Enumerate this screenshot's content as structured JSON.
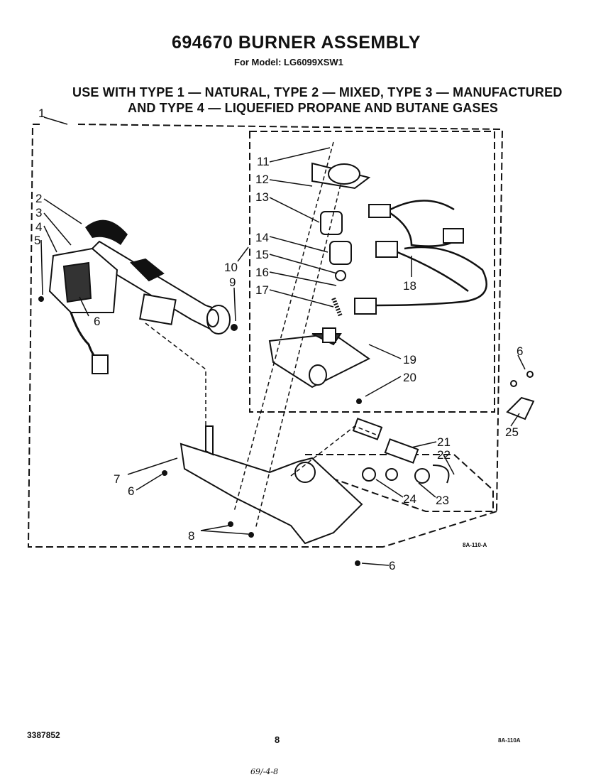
{
  "header": {
    "title": "694670 BURNER ASSEMBLY",
    "model": "For Model: LG6099XSW1",
    "usage_line1": "USE WITH TYPE 1 — NATURAL, TYPE 2 — MIXED, TYPE 3 — MANUFACTURED",
    "usage_line2": "AND TYPE 4 — LIQUEFIED PROPANE AND BUTANE GASES"
  },
  "callouts": [
    "1",
    "2",
    "3",
    "4",
    "5",
    "6",
    "7",
    "8",
    "9",
    "10",
    "11",
    "12",
    "13",
    "14",
    "15",
    "16",
    "17",
    "18",
    "19",
    "20",
    "21",
    "22",
    "23",
    "24",
    "25"
  ],
  "drawing_code": "8A-110-A",
  "footer": {
    "part_number": "3387852",
    "page": "8",
    "code": "8A-110A",
    "handwritten": "69/-4-8"
  }
}
